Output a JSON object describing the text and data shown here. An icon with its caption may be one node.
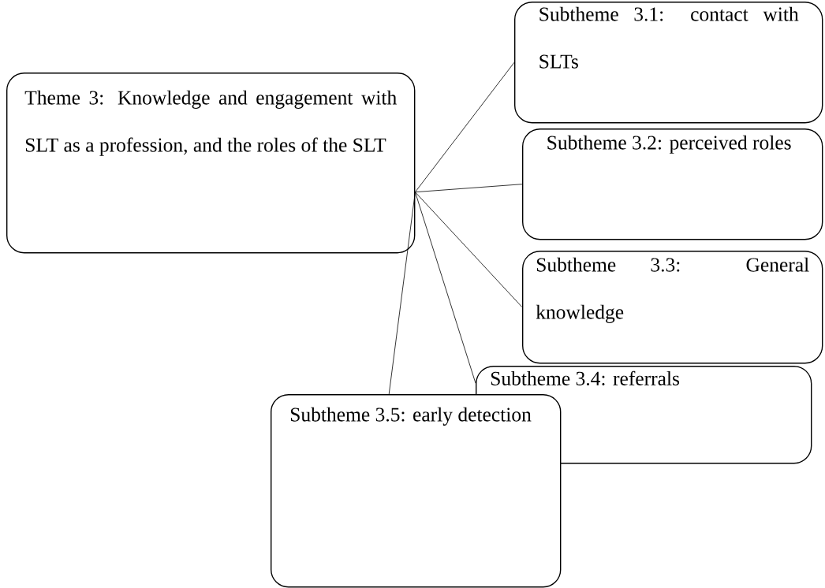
{
  "diagram": {
    "nodes": [
      {
        "text": [
          "Theme 3: Knowledge and engagement with SLT as a profession, and the roles of the SLT"
        ]
      },
      {
        "text": [
          "Subtheme 3.1: contact with SLTs"
        ]
      },
      {
        "text": [
          "Subtheme 3.2: perceived roles"
        ]
      },
      {
        "text": [
          "Subtheme 3.3: General knowledge"
        ]
      },
      {
        "text": [
          "Subtheme 3.4: referrals"
        ]
      },
      {
        "text": [
          "Subtheme 3.5: early detection"
        ]
      }
    ],
    "edges": [
      {
        "from": 0,
        "to": 1,
        "arrow": "none"
      },
      {
        "from": 0,
        "to": 2,
        "arrow": "none"
      },
      {
        "from": 0,
        "to": 3,
        "arrow": "none"
      },
      {
        "from": 0,
        "to": 4,
        "arrow": "none"
      },
      {
        "from": 0,
        "to": 5,
        "arrow": "none"
      }
    ]
  }
}
